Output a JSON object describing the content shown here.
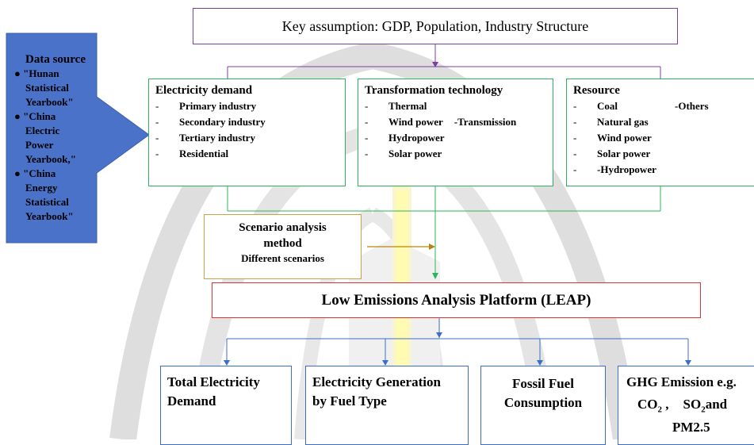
{
  "header": {
    "label": "Key assumption: GDP, Population, Industry Structure"
  },
  "data_source": {
    "title": "Data source",
    "bullets": [
      [
        "\"Hunan",
        "Statistical",
        "Yearbook\""
      ],
      [
        "\"China",
        "Electric",
        "Power",
        "Yearbook,\""
      ],
      [
        "\"China",
        "Energy",
        "Statistical",
        "Yearbook\""
      ]
    ]
  },
  "electricity_demand": {
    "title": "Electricity demand",
    "items": [
      "Primary industry",
      "Secondary industry",
      "Tertiary industry",
      "Residential"
    ]
  },
  "transformation": {
    "title": "Transformation technology",
    "items": [
      "Thermal",
      "Wind power",
      "Hydropower",
      "Solar power"
    ],
    "extra": "-Transmission"
  },
  "resource": {
    "title": "Resource",
    "items": [
      "Coal",
      "Natural gas",
      "Wind power",
      "Solar power",
      "-Hydropower"
    ],
    "extra": "-Others"
  },
  "scenario": {
    "line1": "Scenario analysis",
    "line2": "method",
    "line3": "Different scenarios"
  },
  "leap": {
    "label": "Low Emissions Analysis Platform (LEAP)"
  },
  "outputs": {
    "total_demand": [
      "Total Electricity",
      "Demand"
    ],
    "generation": [
      "Electricity Generation",
      "by Fuel Type"
    ],
    "fossil": [
      "Fossil Fuel",
      "Consumption"
    ],
    "ghg": {
      "title": "GHG Emission e.g.",
      "co2": "CO",
      "co2_sub": "2",
      "sep": " ,",
      "so2": "SO",
      "so2_sub": "2",
      "and": "and",
      "pm": "PM2.5"
    }
  },
  "colors": {
    "purple": "#7b3fa0",
    "green": "#2fb35a",
    "gold": "#c9a24a",
    "red": "#dd3333",
    "blue": "#3c6fc4",
    "arrow_fill": "#4a72c8"
  }
}
